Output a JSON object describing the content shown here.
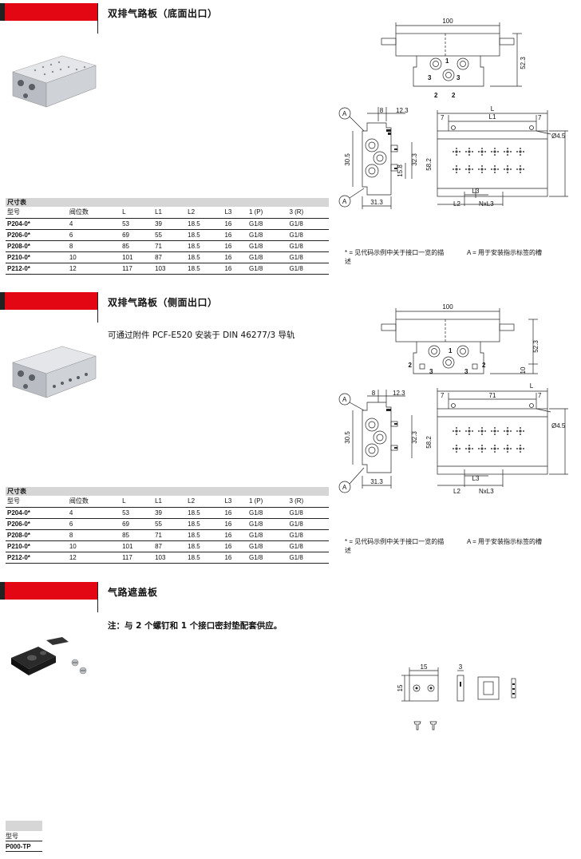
{
  "section1": {
    "title": "双排气路板（底面出口）",
    "table": {
      "caption": "尺寸表",
      "headers": [
        "型号",
        "阀位数",
        "L",
        "L1",
        "L2",
        "L3",
        "1 (P)",
        "3 (R)"
      ],
      "rows": [
        [
          "P204-0*",
          "4",
          "53",
          "39",
          "18.5",
          "16",
          "G1/8",
          "G1/8"
        ],
        [
          "P206-0*",
          "6",
          "69",
          "55",
          "18.5",
          "16",
          "G1/8",
          "G1/8"
        ],
        [
          "P208-0*",
          "8",
          "85",
          "71",
          "18.5",
          "16",
          "G1/8",
          "G1/8"
        ],
        [
          "P210-0*",
          "10",
          "101",
          "87",
          "18.5",
          "16",
          "G1/8",
          "G1/8"
        ],
        [
          "P212-0*",
          "12",
          "117",
          "103",
          "18.5",
          "16",
          "G1/8",
          "G1/8"
        ]
      ]
    },
    "note_left": "* = 见代码示例中关于接口一览的描述",
    "note_right": "A = 用于安装指示标签的槽",
    "dims": {
      "width": "100",
      "height": "52.3",
      "d8": "8",
      "d12": "12.3",
      "dL": "L",
      "dL1": "L1",
      "d7a": "7",
      "d7b": "7",
      "hole": "Ø4.5",
      "d30": "30.5",
      "d32": "32.3",
      "d15": "15.8",
      "d58": "58.2",
      "d31": "31.3",
      "dL3": "L3",
      "dL2": "L2",
      "dN": "NxL3",
      "A": "A",
      "p1": "1",
      "p2": "2",
      "p3": "3"
    }
  },
  "section2": {
    "title": "双排气路板（侧面出口）",
    "subtitle": "可通过附件 PCF-E520 安装于 DIN 46277/3 导轨",
    "table": {
      "caption": "尺寸表",
      "headers": [
        "型号",
        "阀位数",
        "L",
        "L1",
        "L2",
        "L3",
        "1 (P)",
        "3 (R)"
      ],
      "rows": [
        [
          "P204-0*",
          "4",
          "53",
          "39",
          "18.5",
          "16",
          "G1/8",
          "G1/8"
        ],
        [
          "P206-0*",
          "6",
          "69",
          "55",
          "18.5",
          "16",
          "G1/8",
          "G1/8"
        ],
        [
          "P208-0*",
          "8",
          "85",
          "71",
          "18.5",
          "16",
          "G1/8",
          "G1/8"
        ],
        [
          "P210-0*",
          "10",
          "101",
          "87",
          "18.5",
          "16",
          "G1/8",
          "G1/8"
        ],
        [
          "P212-0*",
          "12",
          "117",
          "103",
          "18.5",
          "16",
          "G1/8",
          "G1/8"
        ]
      ]
    },
    "note_left": "* = 见代码示例中关于接口一览的描述",
    "note_right": "A = 用于安装指示标签的槽",
    "dims": {
      "width": "100",
      "height": "52.3",
      "d10": "10",
      "d8": "8",
      "d12": "12.3",
      "dL": "L",
      "d71": "71",
      "d7a": "7",
      "d7b": "7",
      "hole": "Ø4.5",
      "d30": "30.5",
      "d32": "32.3",
      "d58": "58.2",
      "d31": "31.3",
      "dL3": "L3",
      "dL2": "L2",
      "dN": "NxL3",
      "A": "A",
      "p1": "1",
      "p2": "2",
      "p3": "3"
    }
  },
  "section3": {
    "title": "气路遮盖板",
    "note": "注：与 2 个螺钉和 1 个接口密封垫配套供应。",
    "dims": {
      "d15a": "15",
      "d15b": "15",
      "d3": "3"
    },
    "table": {
      "header": "型号",
      "row": "P000-TP"
    }
  }
}
